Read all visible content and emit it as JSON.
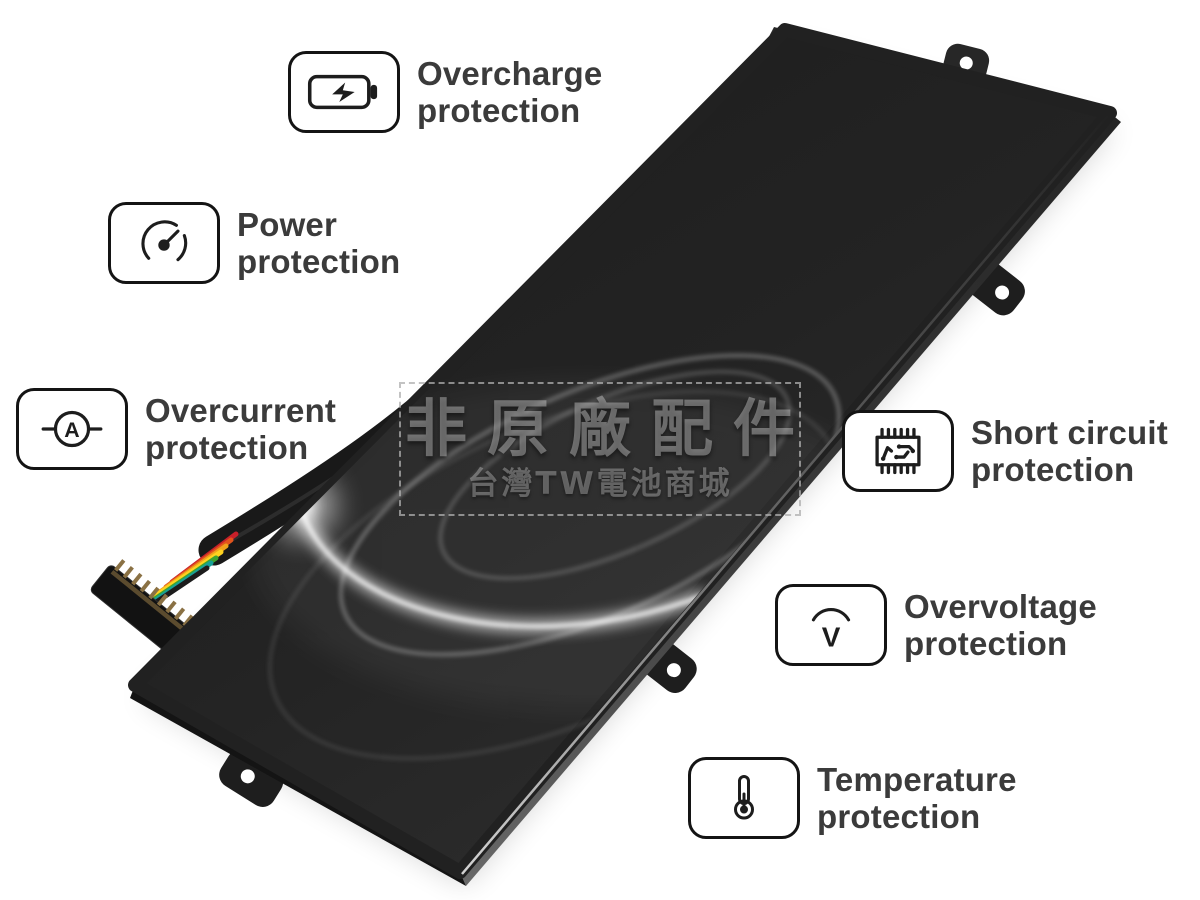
{
  "features": [
    {
      "name": "overcharge-protection",
      "icon": "battery-charge-icon",
      "line1": "Overcharge",
      "line2": "protection"
    },
    {
      "name": "power-protection",
      "icon": "power-gauge-icon",
      "line1": "Power",
      "line2": "protection"
    },
    {
      "name": "overcurrent-protection",
      "icon": "ammeter-icon",
      "line1": "Overcurrent",
      "line2": "protection"
    },
    {
      "name": "short-circuit-protection",
      "icon": "circuit-chip-icon",
      "line1": "Short circuit",
      "line2": "protection"
    },
    {
      "name": "overvoltage-protection",
      "icon": "voltage-arc-icon",
      "line1": "Overvoltage",
      "line2": "protection"
    },
    {
      "name": "temperature-protection",
      "icon": "thermometer-icon",
      "line1": "Temperature",
      "line2": "protection"
    }
  ],
  "watermark": {
    "title": "非原廠配件",
    "subtitle": "台灣TW電池商城"
  },
  "icon_letters": {
    "ammeter": "A",
    "voltage": "V"
  },
  "colors": {
    "background": "#ffffff",
    "label_text": "#3b3b3b",
    "icon_stroke": "#1d1d1d",
    "icon_box_border": "#141414",
    "battery_face": "#232323",
    "battery_side_highlight": "#6b6b6b",
    "watermark_text": "#8f8f8f",
    "connector_body": "#121212",
    "connector_pins": "#8a7144",
    "wires": [
      "#c8202a",
      "#e2541c",
      "#f0a11b",
      "#ffd21f",
      "#3fa32f",
      "#18a097",
      "#1c1c1c"
    ]
  }
}
